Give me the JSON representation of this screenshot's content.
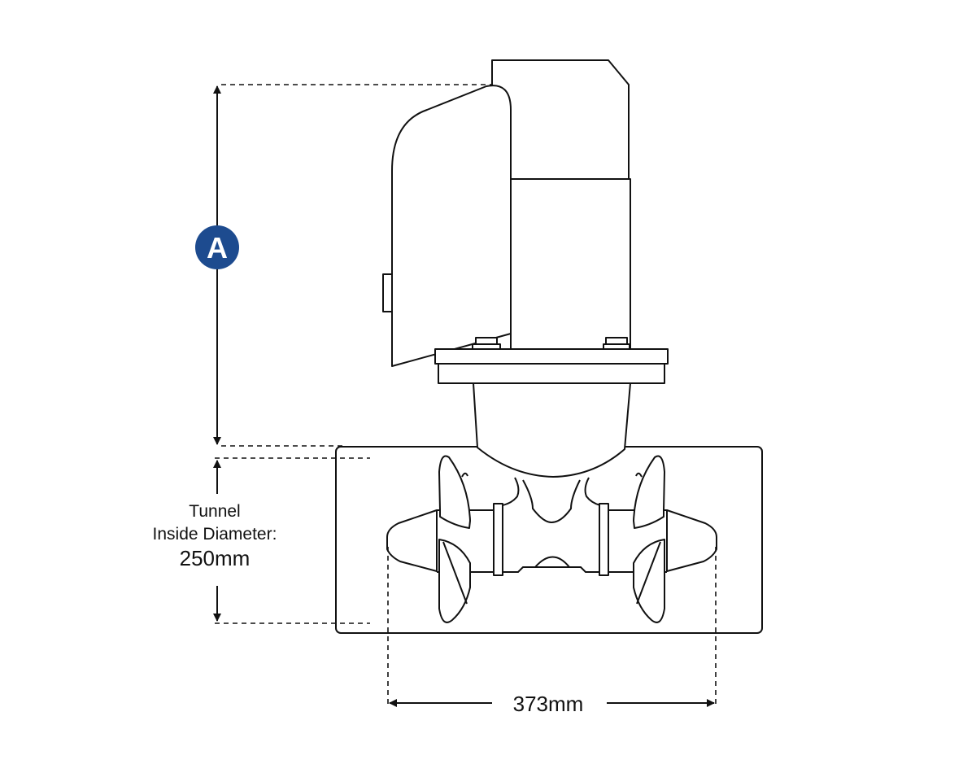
{
  "diagram": {
    "height_marker": {
      "label": "A",
      "color": "#1d4b8f"
    },
    "tunnel_label": {
      "line1": "Tunnel",
      "line2": "Inside Diameter:",
      "value": "250mm"
    },
    "width_label": {
      "value": "373mm"
    }
  }
}
